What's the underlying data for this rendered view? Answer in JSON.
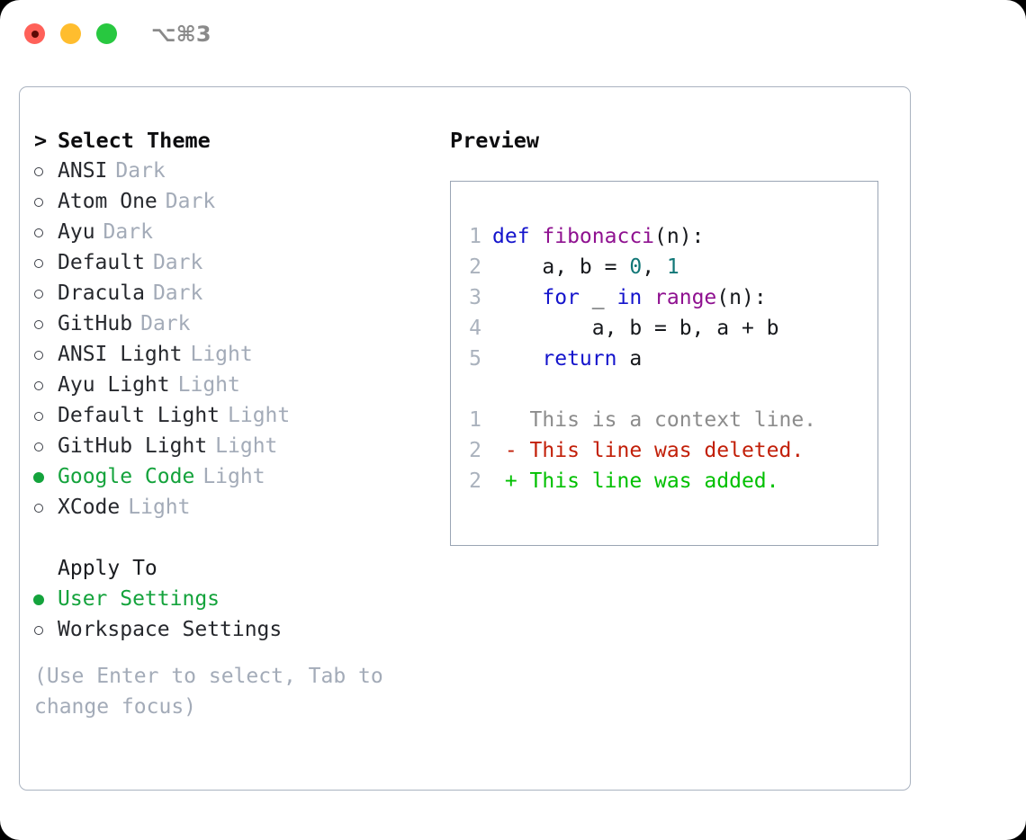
{
  "titlebar": {
    "shortcut": "⌥⌘3",
    "buttons": {
      "close": "close",
      "minimize": "minimize",
      "maximize": "maximize"
    }
  },
  "theme_picker": {
    "prompt": ">",
    "heading": "Select Theme",
    "items": [
      {
        "name": "ANSI",
        "variant": "Dark",
        "selected": false
      },
      {
        "name": "Atom One",
        "variant": "Dark",
        "selected": false
      },
      {
        "name": "Ayu",
        "variant": "Dark",
        "selected": false
      },
      {
        "name": "Default",
        "variant": "Dark",
        "selected": false
      },
      {
        "name": "Dracula",
        "variant": "Dark",
        "selected": false
      },
      {
        "name": "GitHub",
        "variant": "Dark",
        "selected": false
      },
      {
        "name": "ANSI Light",
        "variant": "Light",
        "selected": false
      },
      {
        "name": "Ayu Light",
        "variant": "Light",
        "selected": false
      },
      {
        "name": "Default Light",
        "variant": "Light",
        "selected": false
      },
      {
        "name": "GitHub Light",
        "variant": "Light",
        "selected": false
      },
      {
        "name": "Google Code",
        "variant": "Light",
        "selected": true
      },
      {
        "name": "XCode",
        "variant": "Light",
        "selected": false
      }
    ]
  },
  "apply_to": {
    "heading": "Apply To",
    "options": [
      {
        "name": "User Settings",
        "selected": true
      },
      {
        "name": "Workspace Settings",
        "selected": false
      }
    ]
  },
  "hint": "(Use Enter to select, Tab to change focus)",
  "preview": {
    "title": "Preview",
    "code_lines": [
      {
        "no": "1",
        "tokens": [
          {
            "t": "def ",
            "c": "kw"
          },
          {
            "t": "fibonacci",
            "c": "fn"
          },
          {
            "t": "(n):",
            "c": "pl"
          }
        ]
      },
      {
        "no": "2",
        "tokens": [
          {
            "t": "    a, b = ",
            "c": "pl"
          },
          {
            "t": "0",
            "c": "num"
          },
          {
            "t": ", ",
            "c": "pl"
          },
          {
            "t": "1",
            "c": "num"
          }
        ]
      },
      {
        "no": "3",
        "tokens": [
          {
            "t": "    ",
            "c": "pl"
          },
          {
            "t": "for",
            "c": "kw"
          },
          {
            "t": " _ ",
            "c": "pl"
          },
          {
            "t": "in",
            "c": "kw"
          },
          {
            "t": " ",
            "c": "pl"
          },
          {
            "t": "range",
            "c": "fn"
          },
          {
            "t": "(n):",
            "c": "pl"
          }
        ]
      },
      {
        "no": "4",
        "tokens": [
          {
            "t": "        a, b = b, a + b",
            "c": "pl"
          }
        ]
      },
      {
        "no": "5",
        "tokens": [
          {
            "t": "    ",
            "c": "pl"
          },
          {
            "t": "return",
            "c": "kw"
          },
          {
            "t": " a",
            "c": "pl"
          }
        ]
      }
    ],
    "diff_lines": [
      {
        "no": "1",
        "marker": " ",
        "text": " This is a context line.",
        "kind": "ctx"
      },
      {
        "no": "2",
        "marker": "-",
        "text": " This line was deleted.",
        "kind": "del"
      },
      {
        "no": "2",
        "marker": "+",
        "text": " This line was added.",
        "kind": "add"
      }
    ]
  },
  "colors": {
    "accent_green": "#14a33c",
    "muted": "#a3abb8",
    "keyword": "#1414cc",
    "function": "#8f1190",
    "number": "#117777",
    "diff_context": "#8c8c8c",
    "diff_deleted": "#c21f08",
    "diff_added": "#00c000",
    "border": "#aab3c0",
    "traffic_close": "#ff6159",
    "traffic_minimize": "#ffbd2e",
    "traffic_maximize": "#28c840"
  }
}
